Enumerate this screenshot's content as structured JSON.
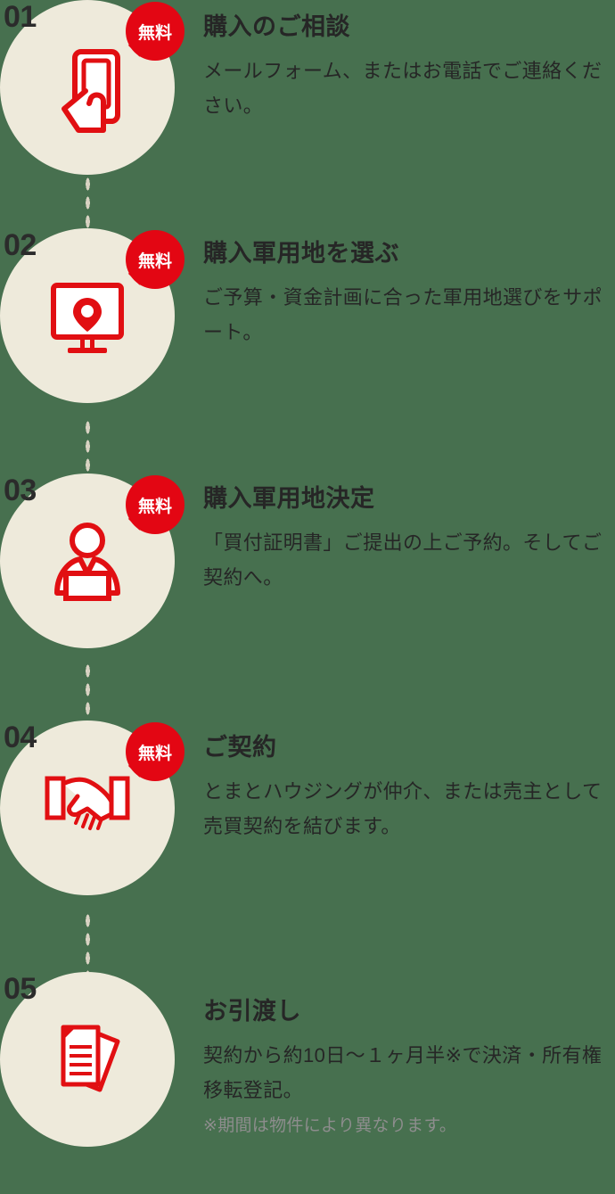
{
  "theme": {
    "background": "#47704f",
    "disc": "#eeeadb",
    "badge_red": "#e30613",
    "icon_red": "#e10f12",
    "text_dark": "#262626",
    "number_dark": "#2b2b2b",
    "note_gray": "#8d8d8d",
    "dot_color": "#d8d2c2"
  },
  "badge_label": "無料",
  "steps": [
    {
      "number": "01",
      "badge": "無料",
      "icon": "hand-holding-smartphone-icon",
      "title": "購入のご相談",
      "desc": "メールフォーム、またはお電話でご連絡ください。",
      "note": ""
    },
    {
      "number": "02",
      "badge": "無料",
      "icon": "monitor-map-pin-icon",
      "title": "購入軍用地を選ぶ",
      "desc": "ご予算・資金計画に合った軍用地選びをサポート。",
      "note": ""
    },
    {
      "number": "03",
      "badge": "無料",
      "icon": "person-at-desk-icon",
      "title": "購入軍用地決定",
      "desc": "「買付証明書」ご提出の上ご予約。そしてご契約へ。",
      "note": ""
    },
    {
      "number": "04",
      "badge": "無料",
      "icon": "handshake-icon",
      "title": "ご契約",
      "desc": "とまとハウジングが仲介、または売主として売買契約を結びます。",
      "note": ""
    },
    {
      "number": "05",
      "badge": "",
      "icon": "documents-icon",
      "title": "お引渡し",
      "desc": "契約から約10日〜１ヶ月半※で決済・所有権移転登記。",
      "note": "※期間は物件により異なります。"
    }
  ]
}
